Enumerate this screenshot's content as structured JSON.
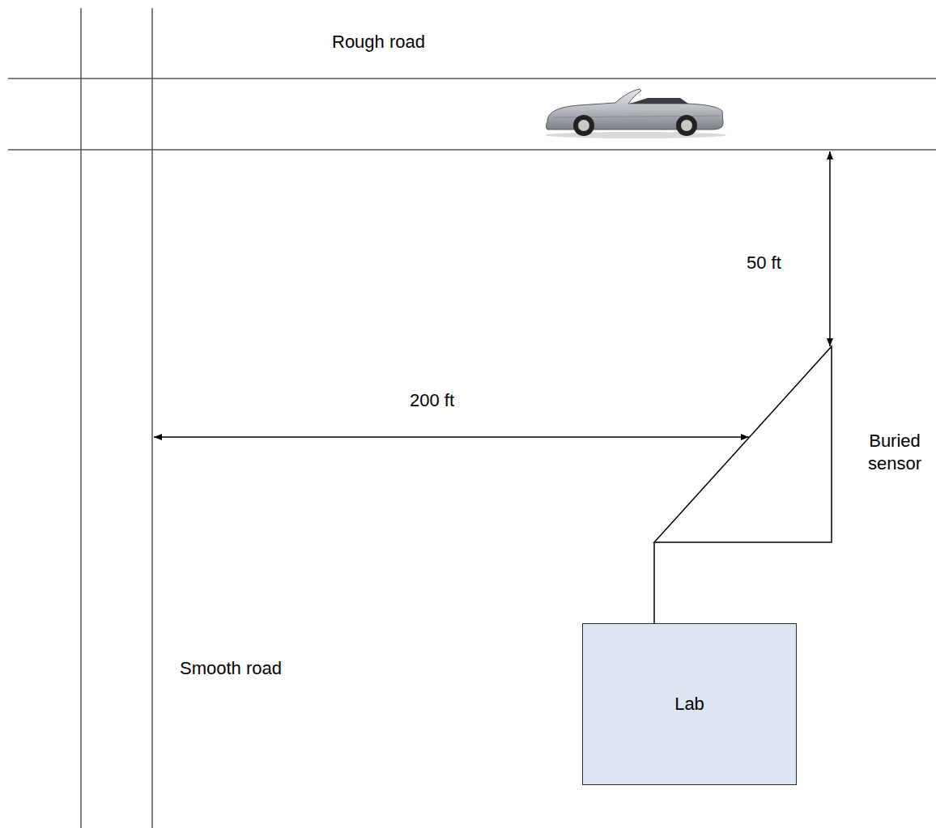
{
  "diagram": {
    "nodes": [
      {
        "text": [
          "Lab"
        ]
      }
    ],
    "labels": [
      "Rough road",
      "50 ft",
      "200 ft",
      "Buried sensor",
      "Smooth road"
    ]
  }
}
